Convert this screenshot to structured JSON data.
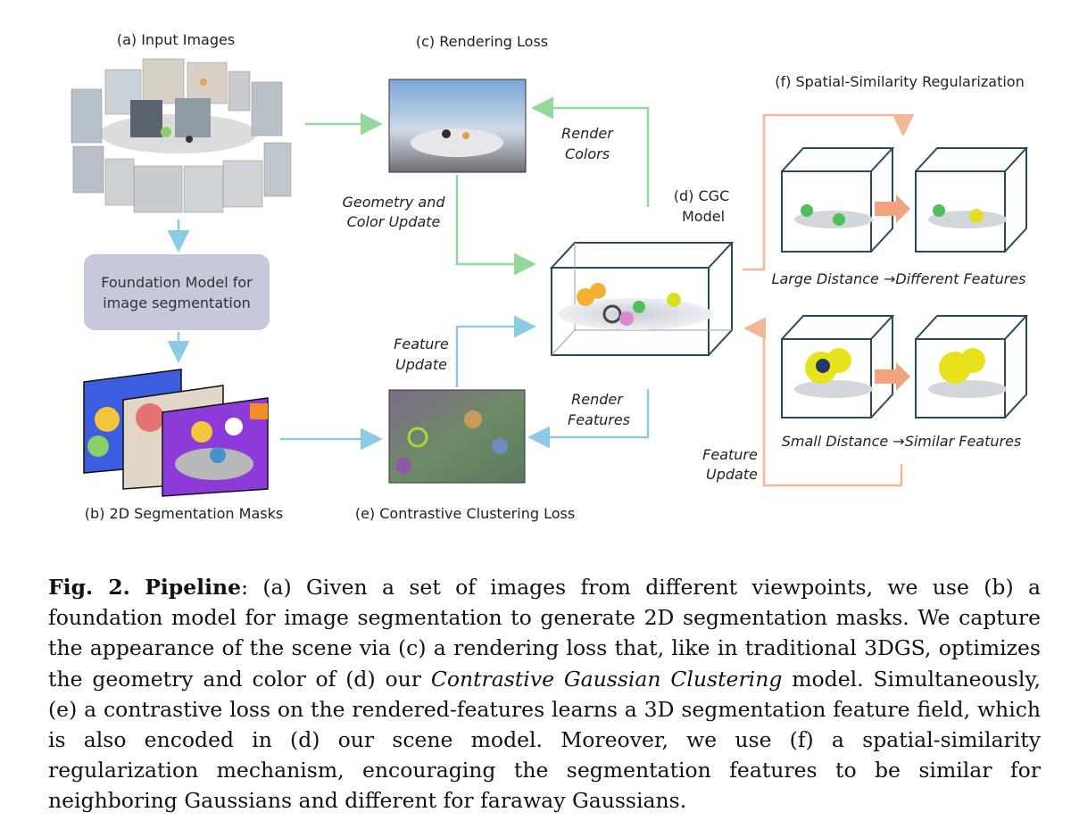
{
  "figure": {
    "labels": {
      "input_images": "(a) Input Images",
      "rendering_loss": "(c) Rendering Loss",
      "spatial_reg": "(f) Spatial-Similarity Regularization",
      "render_colors_1": "Render",
      "render_colors_2": "Colors",
      "geometry_1": "Geometry and",
      "geometry_2": "Color Update",
      "cgc_1": "(d) CGC",
      "cgc_2": "Model",
      "foundation_1": "Foundation Model for",
      "foundation_2": "image segmentation",
      "large_distance": "Large Distance →Different Features",
      "small_distance": "Small Distance →Similar Features",
      "feature_update_1": "Feature",
      "feature_update_2": "Update",
      "render_features_1": "Render",
      "render_features_2": "Features",
      "feature_update_f_1": "Feature",
      "feature_update_f_2": "Update",
      "seg_masks": "(b) 2D Segmentation Masks",
      "contrastive": "(e) Contrastive Clustering Loss"
    },
    "colors": {
      "green_arrow": "#96d89b",
      "blue_arrow": "#8ccbe6",
      "orange_arrow": "#f2b699",
      "box_edge": "#274b5c",
      "foundation_box": "#c6c8dc"
    }
  },
  "caption": {
    "fig_label": "Fig. 2.",
    "title": "Pipeline",
    "part1": ": (a) Given a set of images from different viewpoints, we use (b) a foundation model for image segmentation to generate 2D segmentation masks. We capture the appearance of the scene via (c) a rendering loss that, like in traditional 3DGS, optimizes the geometry and color of (d) our ",
    "model_name": "Contrastive Gaussian Clustering",
    "part2": " model. Simultaneously, (e) a contrastive loss on the rendered-features learns a 3D segmentation feature field, which is also encoded in (d) our scene model. Moreover, we use (f) a spatial-similarity regularization mechanism, encouraging the segmentation features to be similar for neighboring Gaussians and different for faraway Gaussians."
  }
}
